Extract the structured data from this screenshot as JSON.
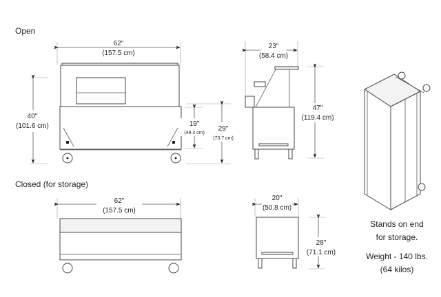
{
  "sections": {
    "open_label": "Open",
    "closed_label": "Closed (for storage)"
  },
  "open_front": {
    "width_in": "62\"",
    "width_cm": "(157.5 cm)",
    "height_in": "40\"",
    "height_cm": "(101.6 cm)",
    "inner_in": "19\"",
    "inner_cm": "(48.3 cm)",
    "counter_in": "29\"",
    "counter_cm": "(73.7 cm)"
  },
  "open_side": {
    "width_in": "23\"",
    "width_cm": "(58.4 cm)",
    "height_in": "47\"",
    "height_cm": "(119.4 cm)"
  },
  "closed_front": {
    "width_in": "62\"",
    "width_cm": "(157.5 cm)"
  },
  "closed_side": {
    "width_in": "20\"",
    "width_cm": "(50.8 cm)",
    "height_in": "28\"",
    "height_cm": "(71.1 cm)"
  },
  "notes": {
    "line1": "Stands on end",
    "line2": "for storage.",
    "line3": "Weight - 140 lbs.",
    "line4": "(64 kilos)"
  }
}
